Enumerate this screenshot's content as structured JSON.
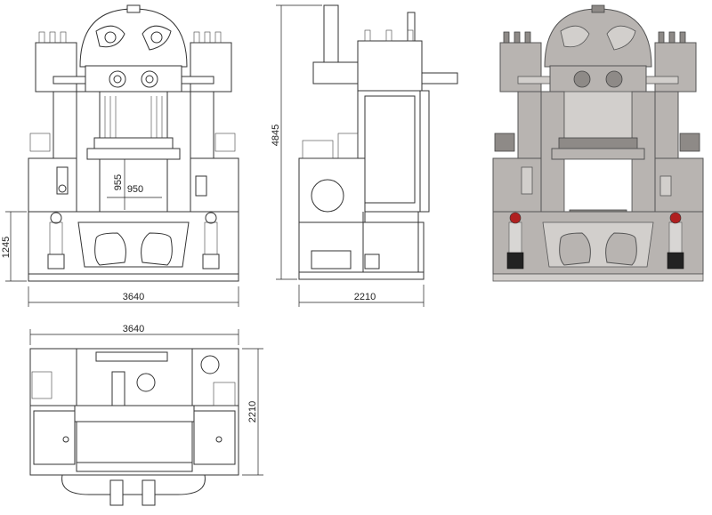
{
  "dimensions": {
    "front_width": "3640",
    "front_base_height": "1245",
    "front_opening_height": "955",
    "front_opening_width": "950",
    "side_height": "4845",
    "side_depth": "2210",
    "top_width": "3640",
    "top_depth": "2210"
  },
  "colors": {
    "line": "#333333",
    "shade": "#b8b4b1",
    "shade_light": "#d2cfcc",
    "shade_dark": "#8e8a87",
    "accent_red": "#b02020"
  }
}
